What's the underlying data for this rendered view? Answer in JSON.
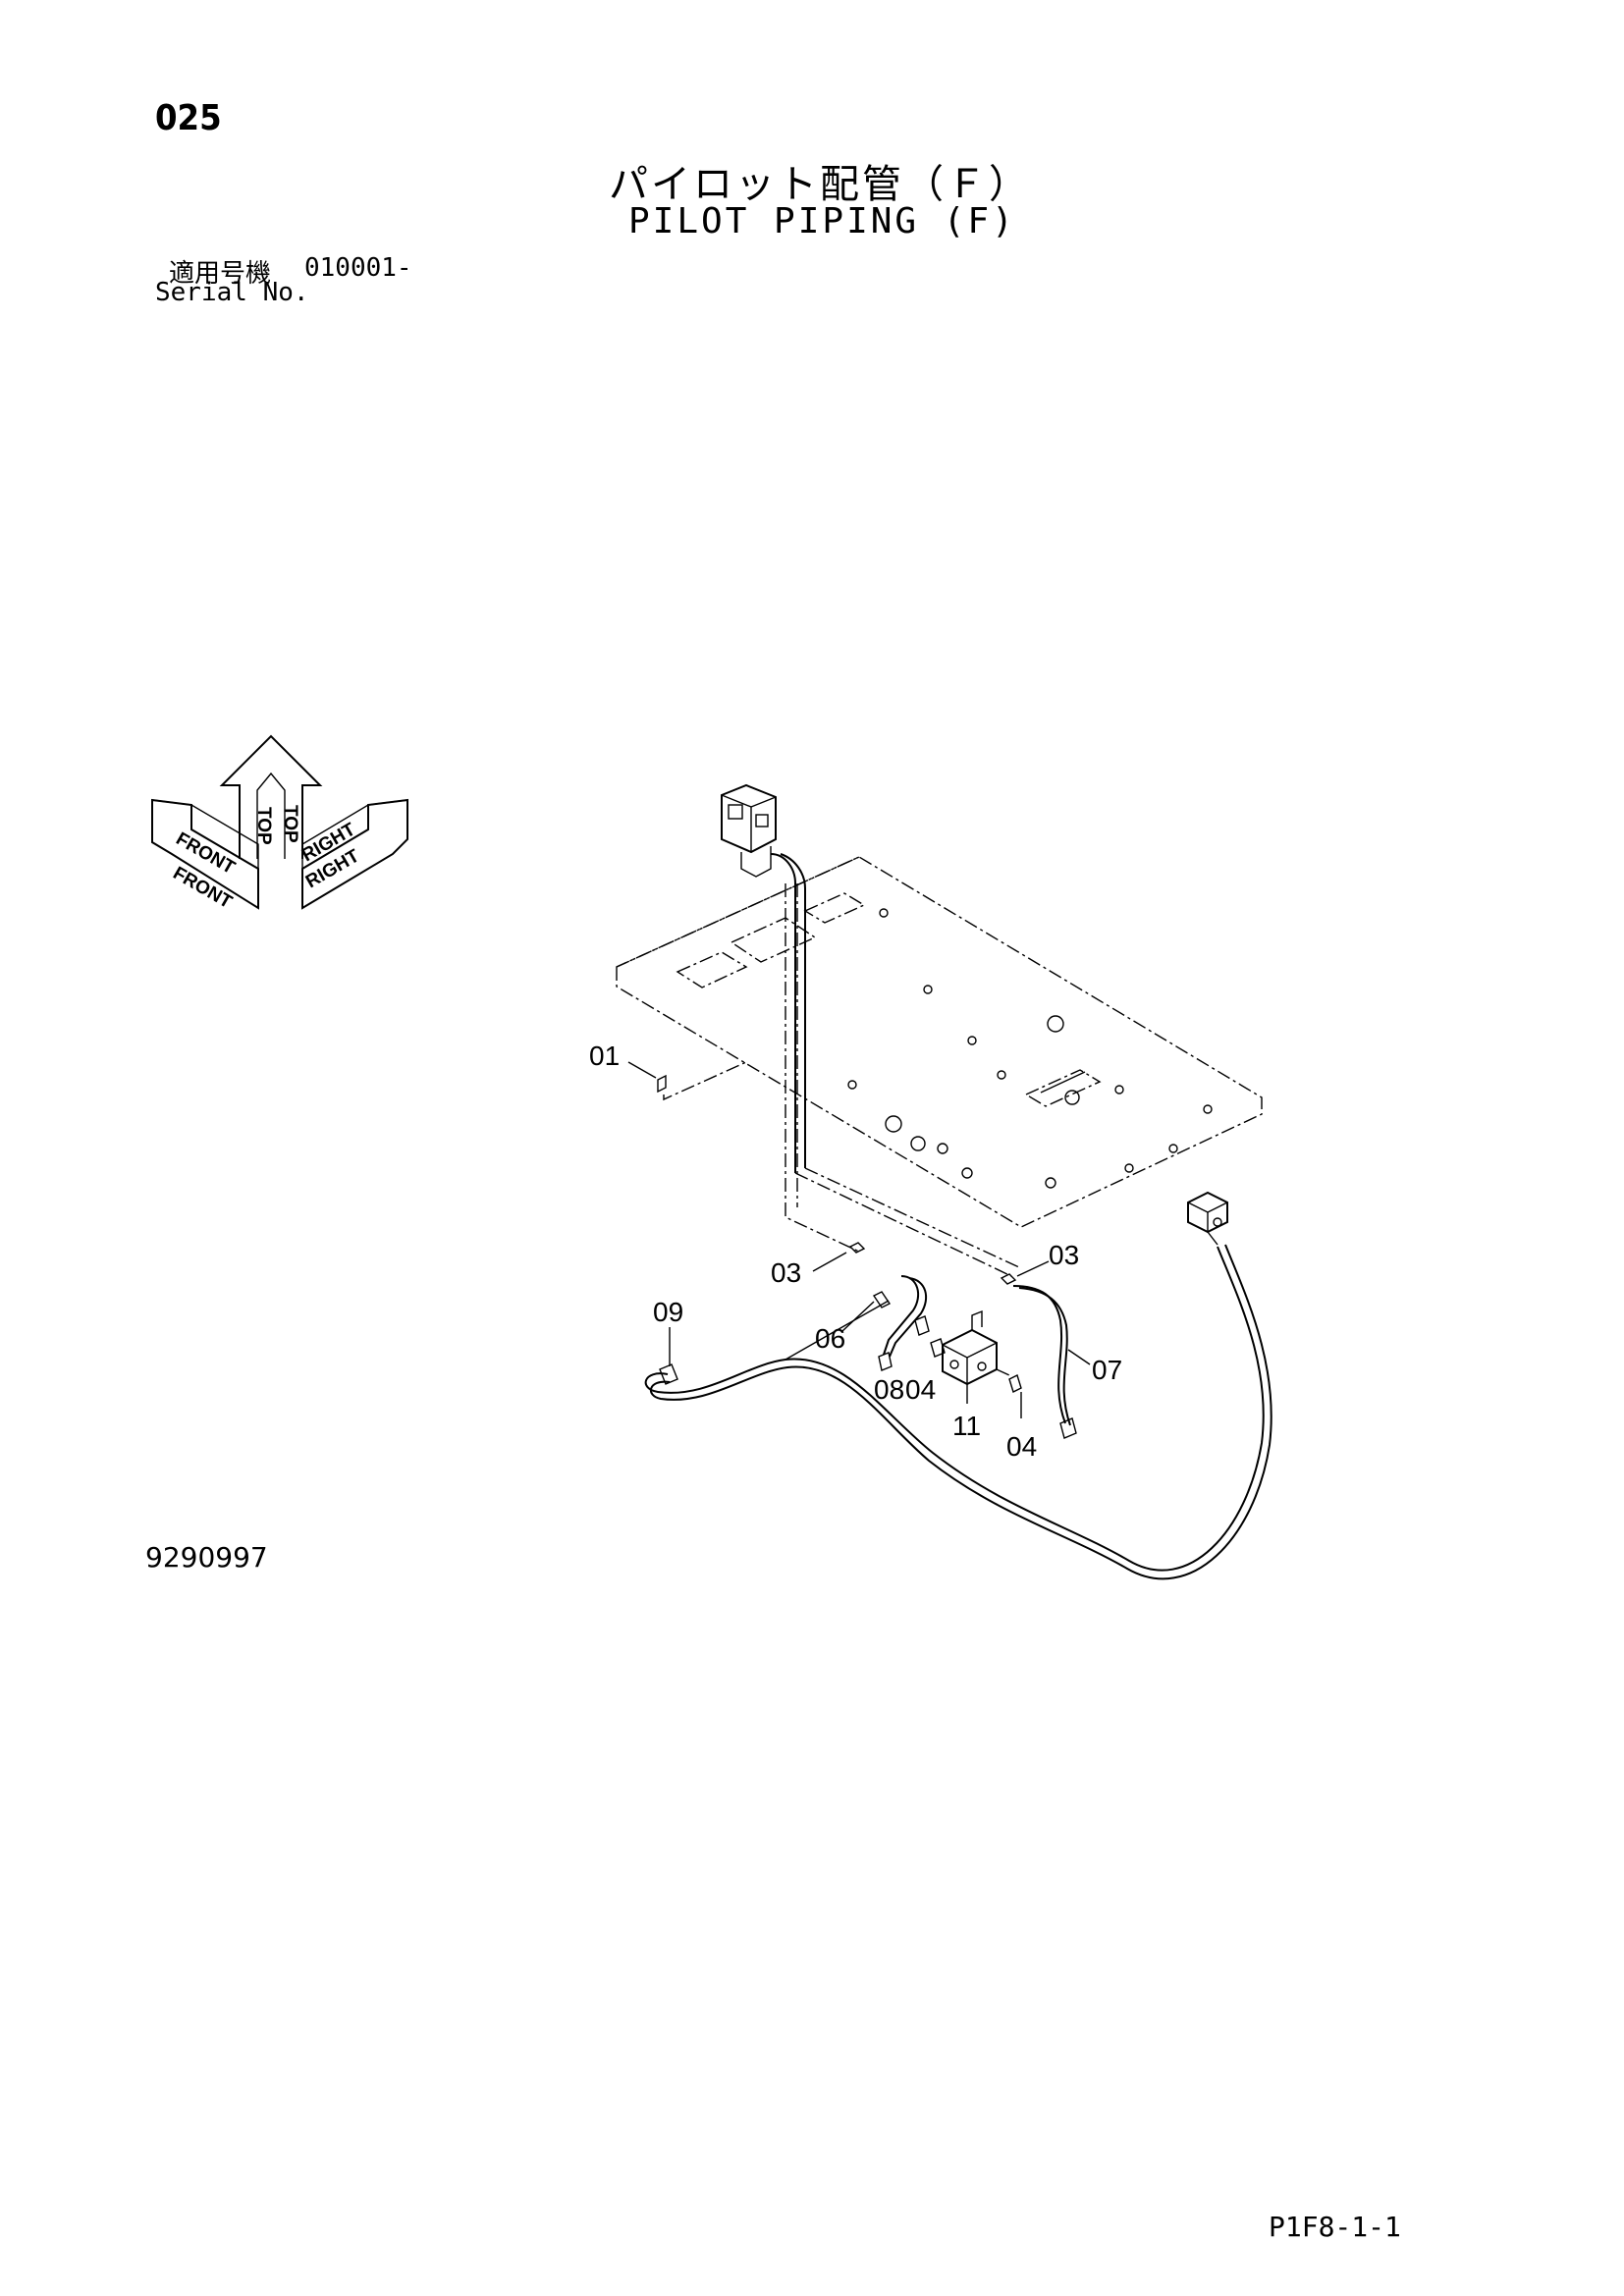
{
  "header": {
    "page_number": "025",
    "title_jp": "パイロット配管（Ｆ）",
    "title_en": "PILOT PIPING (F)",
    "serial_label_jp": "適用号機",
    "serial_value": "010001-",
    "serial_label_en": "Serial No."
  },
  "orientation": {
    "labels": [
      "FRONT",
      "FRONT",
      "TOP",
      "TOP",
      "RIGHT",
      "RIGHT"
    ]
  },
  "callouts": [
    "01",
    "03",
    "03",
    "09",
    "06",
    "08",
    "04",
    "11",
    "04",
    "07"
  ],
  "footer": {
    "figure_number": "9290997",
    "page_code": "P1F8-1-1"
  }
}
